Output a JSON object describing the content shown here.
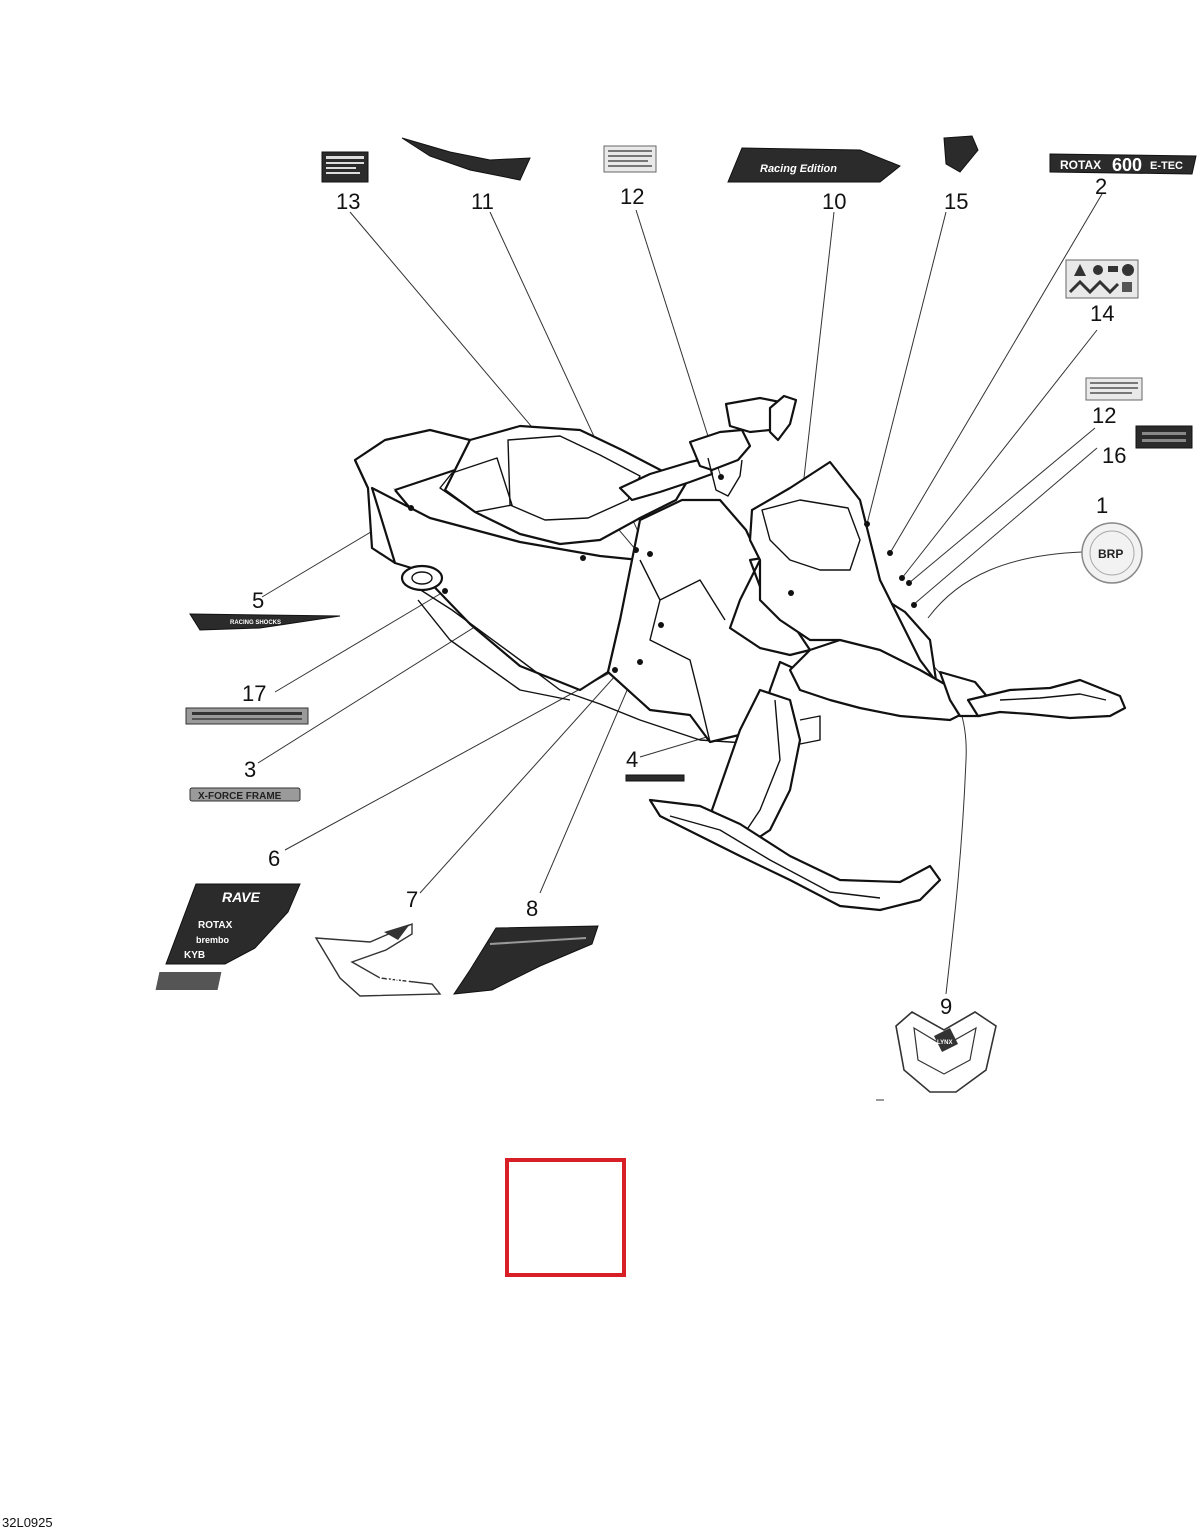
{
  "figure_code": "32L0925",
  "callouts": [
    {
      "id": "c13",
      "label": "13"
    },
    {
      "id": "c11",
      "label": "11"
    },
    {
      "id": "c12a",
      "label": "12"
    },
    {
      "id": "c10",
      "label": "10"
    },
    {
      "id": "c15",
      "label": "15"
    },
    {
      "id": "c2",
      "label": "2"
    },
    {
      "id": "c14",
      "label": "14"
    },
    {
      "id": "c12b",
      "label": "12"
    },
    {
      "id": "c16",
      "label": "16"
    },
    {
      "id": "c1",
      "label": "1"
    },
    {
      "id": "c5",
      "label": "5"
    },
    {
      "id": "c17",
      "label": "17"
    },
    {
      "id": "c3",
      "label": "3"
    },
    {
      "id": "c4",
      "label": "4"
    },
    {
      "id": "c6",
      "label": "6"
    },
    {
      "id": "c7",
      "label": "7"
    },
    {
      "id": "c8",
      "label": "8"
    },
    {
      "id": "c9",
      "label": "9"
    }
  ],
  "decal_text": {
    "rotax_600": {
      "brand": "ROTAX",
      "model": "600",
      "suffix": "E-TEC"
    },
    "racing_edition": "Racing Edition",
    "racing_shocks": "RACING SHOCKS",
    "xforce_frame": "X-FORCE FRAME",
    "side_panel": {
      "model": "RAVE",
      "brand1": "ROTAX",
      "brand2": "brembo",
      "brand3": "KYB"
    },
    "lynx_side": "LYNX",
    "lynx_nose": "LYNX",
    "brp_round": "BRP"
  },
  "colors": {
    "selection_box": "#d81f26",
    "line": "#111111"
  }
}
